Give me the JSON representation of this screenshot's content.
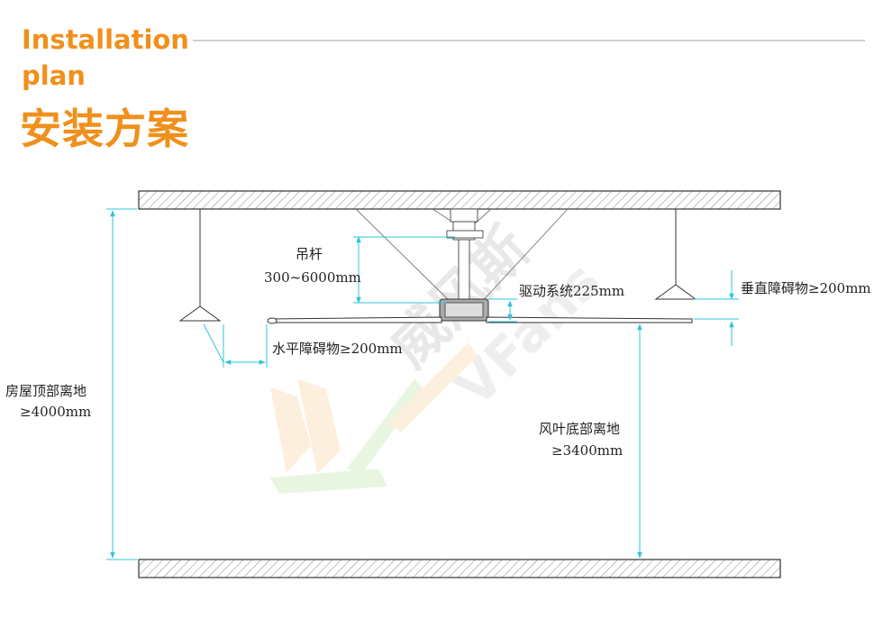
{
  "header": {
    "title_en_line1": "Installation",
    "title_en_line2": "plan",
    "title_cn": "安装方案"
  },
  "watermark": {
    "text_cn": "威风斯",
    "text_en": "VFans"
  },
  "labels": {
    "rod_name": "吊杆",
    "rod_length": "300~6000mm",
    "drive_system": "驱动系统225mm",
    "vertical_obstacle": "垂直障碍物≥200mm",
    "horizontal_obstacle": "水平障碍物≥200mm",
    "ceiling_height_name": "房屋顶部离地",
    "ceiling_height_value": "≥4000mm",
    "blade_height_name": "风叶底部离地",
    "blade_height_value": "≥3400mm"
  },
  "colors": {
    "accent": "#f0901c",
    "dimension": "#2ec4dc",
    "structure": "#333333"
  }
}
